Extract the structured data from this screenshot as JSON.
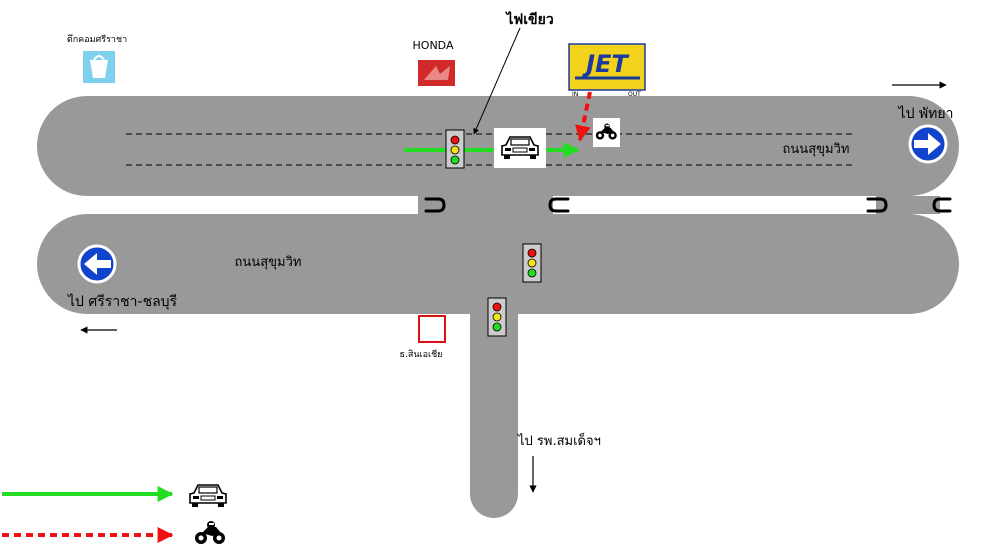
{
  "labels": {
    "green_light": "ไฟเขียว",
    "landmark_building": "ตึกคอมศรีราชา",
    "honda": "HONDA",
    "jet_logo": "JET",
    "jet_in": "IN",
    "jet_out": "OUT",
    "to_pattaya": "ไป  พัทยา",
    "road_name_top": "ถนนสุขุมวิท",
    "road_name_bottom": "ถนนสุขุมวิท",
    "to_sriracha": "ไป  ศรีราชา-ชลบุรี",
    "bank": "ธ.สินเอเชีย",
    "to_hospital": "ไป  รพ.สมเด็จฯ"
  },
  "legend": [
    {
      "line": "solid",
      "color": "#22dd22",
      "icon": "car-icon"
    },
    {
      "line": "dashed",
      "color": "#ee1111",
      "icon": "motorcycle-icon"
    }
  ],
  "colors": {
    "road": "#999999",
    "car_path": "#22dd22",
    "motorcycle_path": "#ee1111",
    "direction_sign": "#1144cc",
    "jet_yellow": "#f2d21a",
    "jet_blue": "#1a3aa0",
    "honda_red": "#d12a2a",
    "landmark_icon": "#7fd0ee"
  },
  "icons": [
    "car-icon",
    "motorcycle-icon",
    "traffic-light-icon",
    "right-arrow-sign-icon",
    "left-arrow-sign-icon",
    "bag-icon",
    "honda-logo-icon",
    "jet-logo-icon",
    "bank-marker-icon",
    "arrow-right-icon",
    "arrow-left-icon",
    "arrow-down-icon"
  ]
}
